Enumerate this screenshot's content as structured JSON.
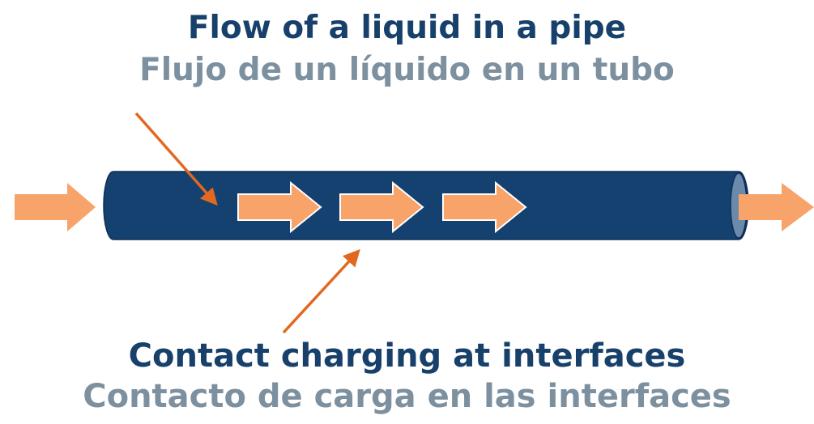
{
  "title": {
    "english": "Flow of a liquid in a pipe",
    "spanish": "Flujo de un líquido en un tubo"
  },
  "caption": {
    "english": "Contact charging at interfaces",
    "spanish": "Contacto de carga en las interfaces"
  },
  "colors": {
    "english_text": "#17406b",
    "spanish_text": "#7d909f",
    "pipe_fill": "#154170",
    "pipe_end": "#6b8aab",
    "flow_arrow": "#f7a36a",
    "pointer_arrow": "#e3681f"
  },
  "icons": {
    "inlet": "flow-arrow-right",
    "outlet": "flow-arrow-right",
    "liquid": "flow-arrow-right",
    "pointers": "pointer-arrow"
  }
}
